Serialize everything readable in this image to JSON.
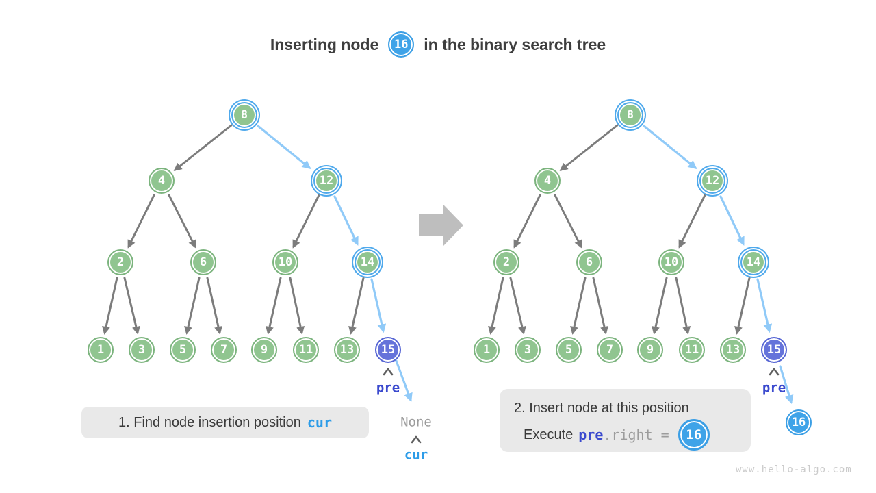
{
  "title": {
    "part1": "Inserting node",
    "node": "16",
    "part2": "in the binary search tree"
  },
  "captions": {
    "step1": {
      "text": "1. Find node insertion position",
      "code": "cur"
    },
    "step2": {
      "line1": "2. Insert node at this position",
      "exec": "Execute",
      "code_pre": "pre",
      "code_rest": ".right =",
      "node": "16"
    }
  },
  "labels": {
    "pre": "pre",
    "cur": "cur",
    "none": "None"
  },
  "watermark": "www.hello-algo.com",
  "trees": {
    "left": {
      "nodes": [
        {
          "value": "8",
          "state": "visited"
        },
        {
          "value": "4",
          "state": "normal"
        },
        {
          "value": "12",
          "state": "visited"
        },
        {
          "value": "2",
          "state": "normal"
        },
        {
          "value": "6",
          "state": "normal"
        },
        {
          "value": "10",
          "state": "normal"
        },
        {
          "value": "14",
          "state": "visited"
        },
        {
          "value": "1",
          "state": "normal"
        },
        {
          "value": "3",
          "state": "normal"
        },
        {
          "value": "5",
          "state": "normal"
        },
        {
          "value": "7",
          "state": "normal"
        },
        {
          "value": "9",
          "state": "normal"
        },
        {
          "value": "11",
          "state": "normal"
        },
        {
          "value": "13",
          "state": "normal"
        },
        {
          "value": "15",
          "state": "pre-node"
        }
      ],
      "search_path": [
        "8",
        "12",
        "14",
        "15",
        "None"
      ]
    },
    "right": {
      "nodes": [
        {
          "value": "8",
          "state": "visited"
        },
        {
          "value": "4",
          "state": "normal"
        },
        {
          "value": "12",
          "state": "visited"
        },
        {
          "value": "2",
          "state": "normal"
        },
        {
          "value": "6",
          "state": "normal"
        },
        {
          "value": "10",
          "state": "normal"
        },
        {
          "value": "14",
          "state": "visited"
        },
        {
          "value": "1",
          "state": "normal"
        },
        {
          "value": "3",
          "state": "normal"
        },
        {
          "value": "5",
          "state": "normal"
        },
        {
          "value": "7",
          "state": "normal"
        },
        {
          "value": "9",
          "state": "normal"
        },
        {
          "value": "11",
          "state": "normal"
        },
        {
          "value": "13",
          "state": "normal"
        },
        {
          "value": "15",
          "state": "pre-node"
        },
        {
          "value": "16",
          "state": "inserted"
        }
      ],
      "search_path": [
        "8",
        "12",
        "14",
        "15",
        "16"
      ]
    }
  },
  "colors": {
    "node_green": "#90C590",
    "node_green_border": "#7CB47E",
    "node_blue": "#3FA3E8",
    "node_purple": "#6573DA",
    "highlight_ring": "#4FA9EC",
    "edge_gray": "#7C7C7C",
    "edge_blue": "#90CAF8",
    "transition_arrow": "#BEBEBE",
    "box_bg": "#E9E9E9",
    "code_indigo": "#3A49CE",
    "code_blue": "#2D9CE8",
    "muted_text": "#9C9C9C",
    "title_text": "#3E3E3E",
    "watermark": "#CBCBCB"
  }
}
